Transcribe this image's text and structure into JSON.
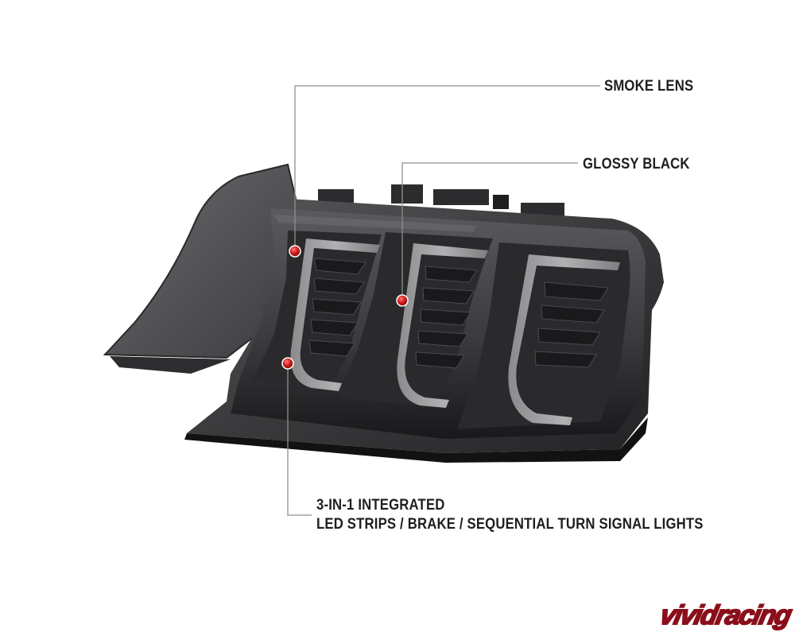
{
  "callouts": {
    "smoke_lens": "SMOKE LENS",
    "glossy_black": "GLOSSY BLACK",
    "integrated_line1": "3-IN-1 INTEGRATED",
    "integrated_line2": "LED STRIPS / BRAKE / SEQUENTIAL TURN SIGNAL LIGHTS"
  },
  "brand": {
    "logo": "vividracing"
  },
  "colors": {
    "callout_line": "#8f8f8f",
    "callout_dot": "#d11a1a",
    "housing": "#3b3b3d",
    "lens_smoke": "#4a4a4d",
    "led_strip": "#a8a8a8",
    "logo": "#8a0f1a"
  }
}
